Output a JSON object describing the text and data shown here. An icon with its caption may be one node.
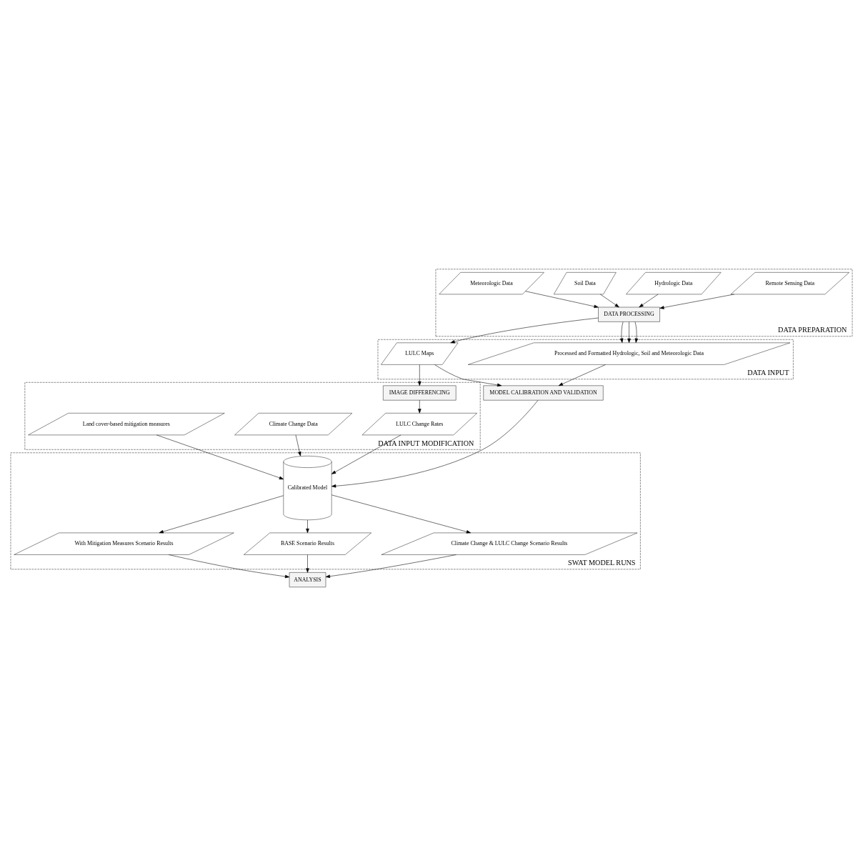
{
  "diagram": {
    "nodes": [
      {
        "text": [
          "DATA PREPARATION"
        ]
      },
      {
        "text": [
          "Remote Sensing Data"
        ],
        "in": 0
      },
      {
        "text": [
          "Hydrologic Data"
        ],
        "in": 0
      },
      {
        "text": [
          "Soil Data"
        ],
        "in": 0
      },
      {
        "text": [
          "Meteorologic Data"
        ],
        "in": 0
      },
      {
        "text": [
          "DATA PROCESSING"
        ],
        "in": 0
      },
      {
        "text": [
          "DATA INPUT"
        ]
      },
      {
        "text": [
          "LULC Maps"
        ],
        "in": 6
      },
      {
        "text": [
          "Processed and Formatted Hydrologic, Soil and Meteorologic Data"
        ],
        "in": 6
      },
      {
        "text": [
          "MODEL CALIBRATION AND VALIDATION"
        ]
      },
      {
        "text": [
          "DATA INPUT MODIFICATION"
        ]
      },
      {
        "text": [
          "IMAGE DIFFERENCING"
        ],
        "in": 10
      },
      {
        "text": [
          "LULC Change Rates"
        ],
        "in": 10
      },
      {
        "text": [
          "Climate Change Data"
        ],
        "in": 10
      },
      {
        "text": [
          "Land cover-based mitigation measures"
        ],
        "in": 10
      },
      {
        "text": [
          "SWAT MODEL RUNS"
        ]
      },
      {
        "text": [
          "Calibrated Model"
        ],
        "in": 15
      },
      {
        "text": [
          "With Mitigation Measures Scenario Results"
        ],
        "in": 15
      },
      {
        "text": [
          "BASE Scenario Results"
        ],
        "in": 15
      },
      {
        "text": [
          "Climate Change & LULC Change Scenario Results"
        ],
        "in": 15
      },
      {
        "text": [
          "ANALYSIS"
        ]
      }
    ],
    "edges": [
      {
        "from": 1,
        "to": 5,
        "arrow": "to"
      },
      {
        "from": 2,
        "to": 5,
        "arrow": "to"
      },
      {
        "from": 3,
        "to": 5,
        "arrow": "to"
      },
      {
        "from": 4,
        "to": 5,
        "arrow": "to"
      },
      {
        "from": 5,
        "to": 7,
        "arrow": "to"
      },
      {
        "from": 5,
        "to": 8,
        "arrow": "to"
      },
      {
        "from": 5,
        "to": 8,
        "arrow": "to"
      },
      {
        "from": 5,
        "to": 8,
        "arrow": "to"
      },
      {
        "from": 7,
        "to": 9,
        "arrow": "to"
      },
      {
        "from": 8,
        "to": 9,
        "arrow": "to"
      },
      {
        "from": 7,
        "to": 11,
        "arrow": "to"
      },
      {
        "from": 9,
        "to": 16,
        "arrow": "to"
      },
      {
        "from": 11,
        "to": 12,
        "arrow": "to"
      },
      {
        "from": 12,
        "to": 16,
        "arrow": "to"
      },
      {
        "from": 13,
        "to": 16,
        "arrow": "to"
      },
      {
        "from": 14,
        "to": 16,
        "arrow": "to"
      },
      {
        "from": 16,
        "to": 17,
        "arrow": "to"
      },
      {
        "from": 16,
        "to": 18,
        "arrow": "to"
      },
      {
        "from": 16,
        "to": 19,
        "arrow": "to"
      },
      {
        "from": 17,
        "to": 20,
        "arrow": "to"
      },
      {
        "from": 18,
        "to": 20,
        "arrow": "to"
      },
      {
        "from": 19,
        "to": 20,
        "arrow": "to"
      }
    ]
  }
}
